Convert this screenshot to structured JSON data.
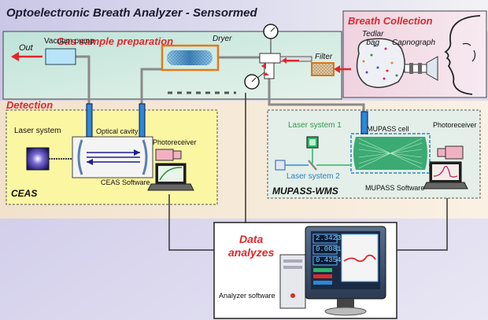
{
  "title": "Optoelectronic Breath Analyzer - Sensormed",
  "sections": {
    "breath_collection": "Breath Collection",
    "gas_sample_preparation": "Gas sample preparation",
    "detection": "Detection",
    "data_analyzes": "Data\nanalyzes"
  },
  "gas_prep": {
    "out": "Out",
    "vacuum_pump": "Vacuum pump",
    "dryer": "Dryer",
    "filter": "Filter"
  },
  "breath": {
    "tedlar_bag": "Tedlar\nbag",
    "capnograph": "Capnograph"
  },
  "ceas": {
    "laser_system": "Laser system",
    "optical_cavity": "Optical cavity",
    "photoreceiver": "Photoreceiver",
    "name": "CEAS",
    "software": "CEAS Software"
  },
  "mupass": {
    "laser_system_1": "Laser system 1",
    "laser_system_2": "Laser system 2",
    "cell": "MUPASS cell",
    "photoreceiver": "Photoreceiver",
    "name": "MUPASS-WMS",
    "software": "MUPASS Software"
  },
  "analyzer": {
    "software": "Analyzer software",
    "readouts": [
      "2.3423",
      "0.0081",
      "0.4354"
    ]
  },
  "colors": {
    "title_band": "#dcdcec",
    "gas_prep_bg": "#cfe9e1",
    "breath_bg": "#f3dde7",
    "detection_bg": "#f5e9d8",
    "ceas_bg": "#fbf7a8",
    "mupass_bg": "#e2eee8",
    "bottom_bg": "#d6d3ea",
    "accent_red": "#e0282c",
    "tube": "#8a8a8a"
  }
}
